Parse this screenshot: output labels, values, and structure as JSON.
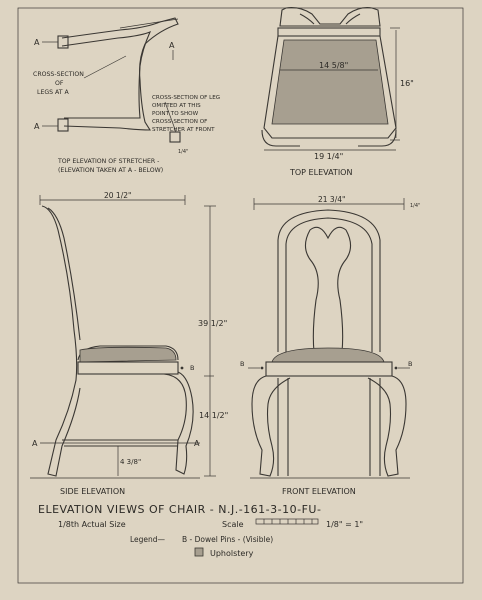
{
  "labels": {
    "section_a_top": "A",
    "section_a_bottom": "A",
    "section_a_right": "A",
    "legs_note_1": "CROSS-SECTION",
    "legs_note_2": "OF",
    "legs_note_3": "LEGS AT A",
    "omit_note_1": "CROSS-SECTION OF LEG",
    "omit_note_2": "OMITTED AT THIS",
    "omit_note_3": "POINT TO SHOW",
    "omit_note_4": "CROSS-SECTION OF",
    "omit_note_5": "STRETCHER AT FRONT",
    "stretcher_note_1": "TOP ELEVATION OF STRETCHER -",
    "stretcher_note_2": "(ELEVATION TAKEN AT A - BELOW)",
    "top_elevation": "TOP ELEVATION",
    "side_elevation": "SIDE   ELEVATION",
    "front_elevation": "FRONT  ELEVATION",
    "side_a_left": "A",
    "side_a_right": "A",
    "side_b": "B",
    "front_b_left": "B",
    "front_b_right": "B"
  },
  "dimensions": {
    "top_seat_width": "14 5/8\"",
    "top_front_width": "19 1/4\"",
    "top_depth": "16\"",
    "side_depth": "20 1/2\"",
    "front_width": "21 3/4\"",
    "front_quarter": "1/4\"",
    "overall_height": "39 1/2\"",
    "seat_height": "14 1/2\"",
    "stretcher_height": "4 3/8\"",
    "small_dim": "1/4\""
  },
  "title": {
    "main": "ELEVATION  VIEWS  OF  CHAIR - N.J.-161-3-10-FU-",
    "actual_size": "1/8th Actual Size",
    "scale_label": "Scale",
    "scale_value": "1/8\" = 1\"",
    "legend_label": "Legend—",
    "legend_b": "B - Dowel Pins - (Visible)",
    "legend_upholstery": "Upholstery"
  },
  "colors": {
    "paper": "#ddd4c2",
    "ink": "#3a3733",
    "upholstery": "#a79f90"
  }
}
